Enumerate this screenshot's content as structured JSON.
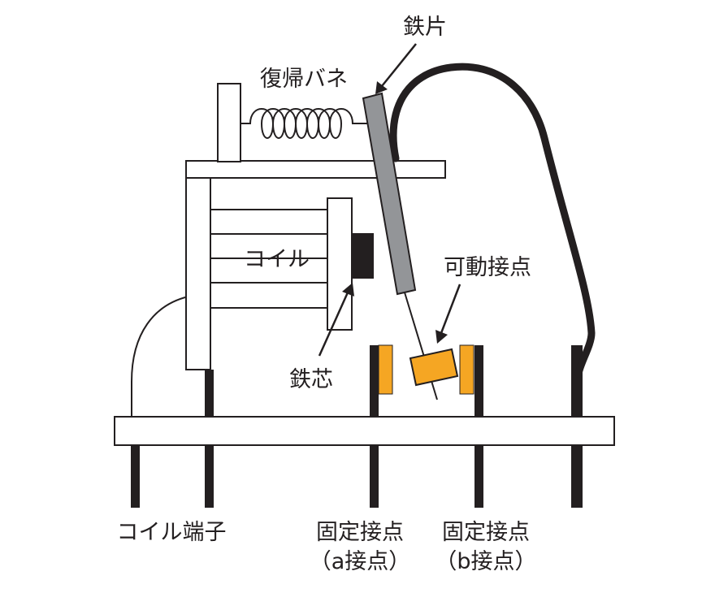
{
  "labels": {
    "iron_piece": "鉄片",
    "return_spring": "復帰バネ",
    "coil": "コイル",
    "movable_contact": "可動接点",
    "iron_core": "鉄芯",
    "coil_terminal": "コイル端子",
    "fixed_contact_a": "固定接点",
    "fixed_contact_a_sub": "（a接点）",
    "fixed_contact_b": "固定接点",
    "fixed_contact_b_sub": "（b接点）"
  },
  "colors": {
    "line": "#231f20",
    "armature": "#939598",
    "contact": "#f5a623",
    "fill": "#ffffff"
  }
}
